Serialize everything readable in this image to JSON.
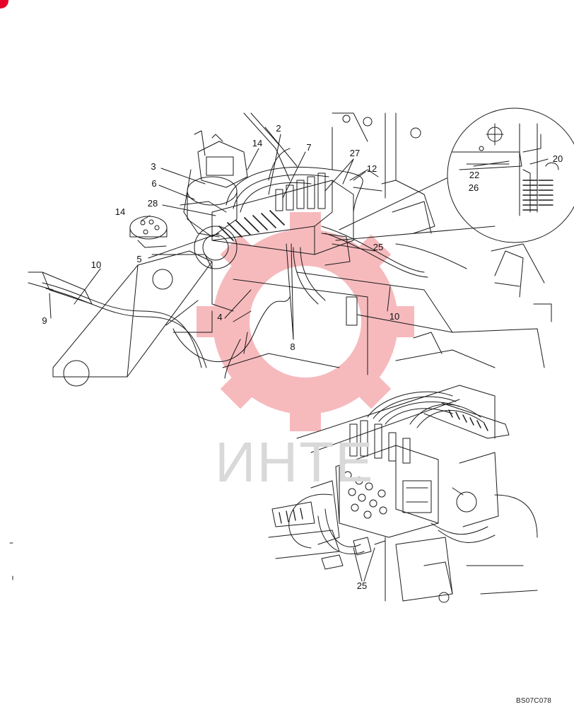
{
  "watermark": {
    "text": "ИНТЕ",
    "color": "#e8505b"
  },
  "callouts": {
    "c2": "2",
    "c3": "3",
    "c4": "4",
    "c5": "5",
    "c6": "6",
    "c7": "7",
    "c8": "8",
    "c9": "9",
    "c10a": "10",
    "c10b": "10",
    "c12": "12",
    "c14a": "14",
    "c14b": "14",
    "c20": "20",
    "c22": "22",
    "c25a": "25",
    "c25b": "25",
    "c26": "26",
    "c27": "27",
    "c28": "28"
  },
  "figure_code": "BS07C078",
  "colors": {
    "line": "#1a1a1a",
    "watermark_gear": "#f4a3a8"
  }
}
